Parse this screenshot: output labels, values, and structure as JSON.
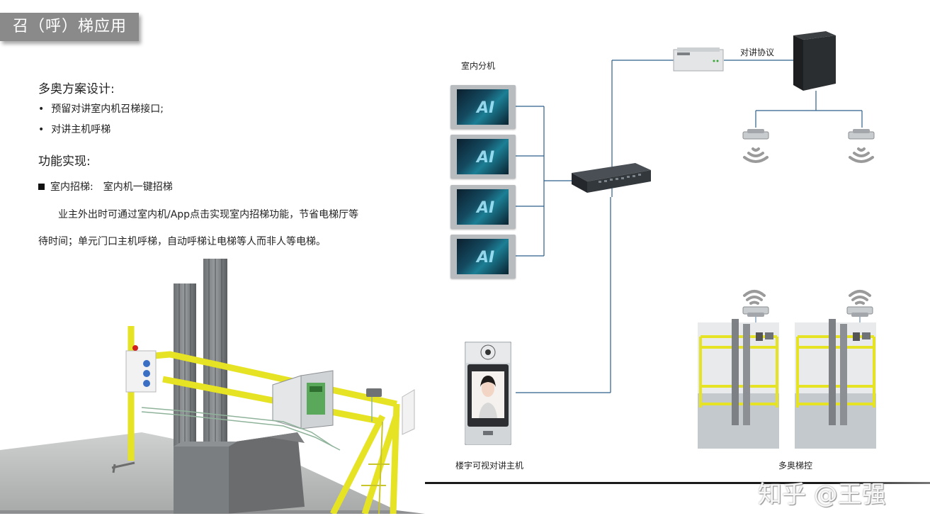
{
  "title_tab": "召（呼）梯应用",
  "design": {
    "heading": "多奥方案设计:",
    "bullets": [
      "预留对讲室内机召梯接口;",
      "对讲主机呼梯"
    ]
  },
  "function": {
    "heading": "功能实现:",
    "item_label": "室内招梯:",
    "item_value": "室内机一键招梯",
    "para_line1": "业主外出时可通过室内机/App点击实现室内招梯功能，节省电梯厅等",
    "para_line2": "待时间；单元门口主机呼梯，自动呼梯让电梯等人而非人等电梯。"
  },
  "diagram": {
    "indoor_unit_label": "室内分机",
    "indoor_screen_text": "AI",
    "protocol_label": "对讲协议",
    "door_station_label": "楼宇可视对讲主机",
    "elevator_control_label": "多奥梯控",
    "colors": {
      "line": "#2e5f8a",
      "yellow": "#e6e325",
      "bar": "#1a1a1a"
    }
  },
  "watermark": "知乎 @王强"
}
